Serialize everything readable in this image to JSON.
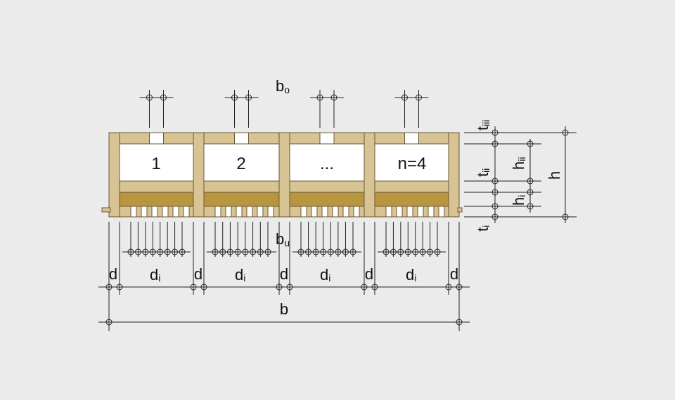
{
  "diagram": {
    "cells": [
      "1",
      "2",
      "...",
      "n=4"
    ],
    "labels": {
      "b_top": "b",
      "b_top_sub": "o",
      "b_bottom": "b",
      "b_bottom_sub": "u",
      "d": "d",
      "di": "d",
      "di_sub": "i",
      "b": "b",
      "t": "t",
      "t_sub_iii": "iii",
      "t_sub_ii": "ii",
      "t_sub_i": "i",
      "h": "h",
      "h_sub_ii": "ii",
      "h_sub_i": "i",
      "h_total": "h"
    },
    "colors": {
      "wood_light": "#d7c393",
      "wood_dark": "#b7963f",
      "outline": "#6b5a30",
      "background": "#ebebeb"
    }
  }
}
